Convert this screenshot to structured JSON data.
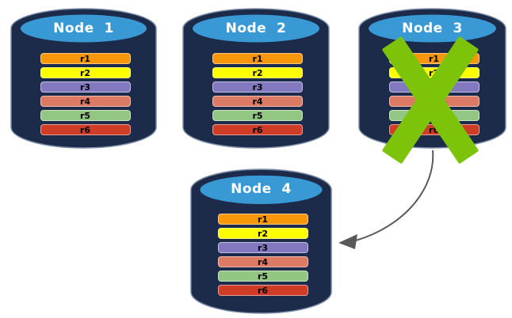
{
  "colors": {
    "background": "#FFFFFF",
    "cylinder_body": "#1C2B4A",
    "cylinder_top": "#3999D5",
    "title_text": "#FFFFFF",
    "row_text": "#000000",
    "failure_x": "#7CC30A",
    "arrow": "#595959"
  },
  "rows": [
    {
      "label": "r1",
      "color": "#F79709"
    },
    {
      "label": "r2",
      "color": "#FDFF00"
    },
    {
      "label": "r3",
      "color": "#8379C0"
    },
    {
      "label": "r4",
      "color": "#DD7A64"
    },
    {
      "label": "r5",
      "color": "#93C583"
    },
    {
      "label": "r6",
      "color": "#D03D27"
    }
  ],
  "nodes": [
    {
      "title": "Node  1",
      "failed": false
    },
    {
      "title": "Node  2",
      "failed": false
    },
    {
      "title": "Node  3",
      "failed": true
    },
    {
      "title": "Node  4",
      "failed": false
    }
  ]
}
